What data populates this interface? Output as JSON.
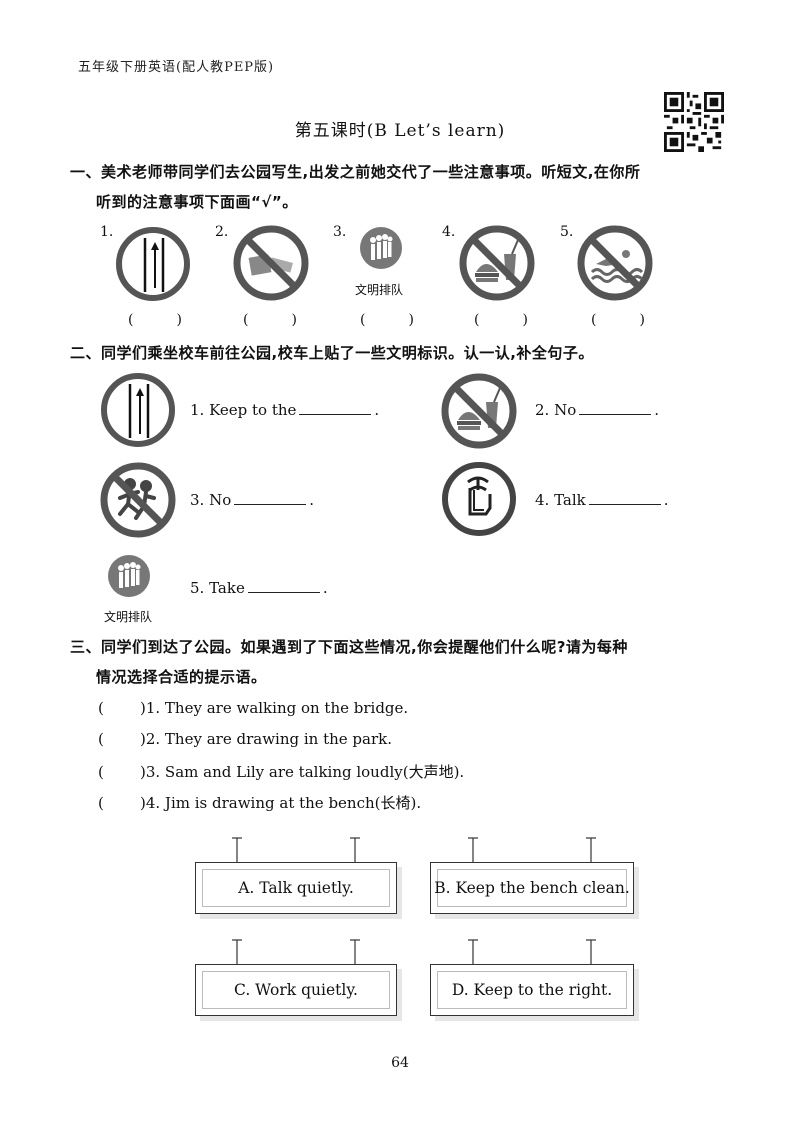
{
  "header": {
    "book_title": "五年级下册英语(配人教PEP版)",
    "lesson_title": "第五课时(B Let’s learn)"
  },
  "section1": {
    "title_line1": "一、美术老师带同学们去公园写生,出发之前她交代了一些注意事项。听短文,在你所",
    "title_line2": "听到的注意事项下面画“√”。",
    "items": [
      {
        "num": "1.",
        "icon": "keep-right-sign-icon"
      },
      {
        "num": "2.",
        "icon": "no-books-sign-icon"
      },
      {
        "num": "3.",
        "icon": "queue-sign-icon",
        "caption": "文明排队"
      },
      {
        "num": "4.",
        "icon": "no-food-sign-icon"
      },
      {
        "num": "5.",
        "icon": "no-swimming-sign-icon"
      }
    ],
    "paren_open": "(",
    "paren_close": ")"
  },
  "section2": {
    "title": "二、同学们乘坐校车前往公园,校车上贴了一些文明标识。认一认,补全句子。",
    "sentences": [
      {
        "text": "1. Keep to the",
        "end": ".",
        "icon": "keep-right-sign-icon"
      },
      {
        "text": "2. No",
        "end": ".",
        "icon": "no-food-sign-icon"
      },
      {
        "text": "3. No",
        "end": ".",
        "icon": "no-running-sign-icon"
      },
      {
        "text": "4. Talk",
        "end": ".",
        "icon": "talk-quietly-sign-icon"
      },
      {
        "text": "5. Take",
        "end": ".",
        "icon": "queue-sign-icon",
        "caption": "文明排队"
      }
    ]
  },
  "section3": {
    "title_line1": "三、同学们到达了公园。如果遇到了下面这些情况,你会提醒他们什么呢?请为每种",
    "title_line2": "情况选择合适的提示语。",
    "items": [
      {
        "paren_open": "(",
        "text": ")1. They are walking on the bridge."
      },
      {
        "paren_open": "(",
        "text": ")2. They are drawing in the park."
      },
      {
        "paren_open": "(",
        "text": ")3. Sam and Lily are talking loudly(大声地)."
      },
      {
        "paren_open": "(",
        "text": ")4. Jim is drawing at the bench(长椅)."
      }
    ],
    "boards": [
      {
        "label": "A. Talk quietly."
      },
      {
        "label": "B. Keep the bench clean."
      },
      {
        "label": "C. Work quietly."
      },
      {
        "label": "D. Keep to the right."
      }
    ]
  },
  "footer": {
    "page_number": "64"
  }
}
